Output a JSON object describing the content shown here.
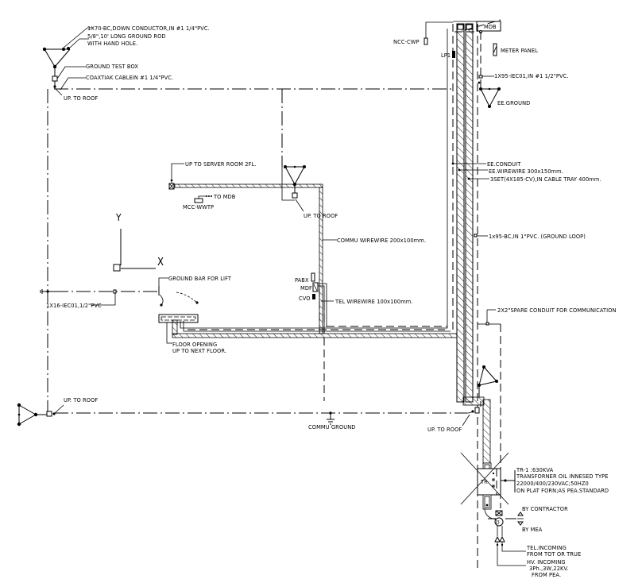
{
  "drawing": {
    "type": "electrical grounding & communication riser diagram",
    "background": "#ffffff",
    "line_color": "#000000"
  },
  "labels": {
    "down_conductor": "1X70-BC,DOWN CONDUCTOR,IN #1 1/4\"PVC.",
    "ground_rod_1": "5/8\",10' LONG GROUND ROD",
    "ground_rod_2": "WITH HAND HOLE.",
    "ground_test_box": "GROUND TEST BOX",
    "coaxial_cable": "COAXTIAK CABLEIN #1 1/4\"PVC.",
    "up_to_roof_tl": "UP. TO ROOF",
    "ncc_cwp": "NCC-CWP",
    "lp1": "LP1",
    "mdb": "MDB",
    "meter_panel": "METER PANEL",
    "iec_1x95": "1X95-IEC01,IN #1 1/2\"PVC.",
    "ee_ground": "EE.GROUND",
    "ee_conduit": "EE.CONDUIT",
    "ee_wireway": "EE.WIREWIRE 300x150mm.",
    "cable_tray": "3SET(4X185-CV),IN CABLE TRAY 400mm.",
    "ground_loop": "1x95-BC,IN 1\"PVC. (GROUND LOOP)",
    "up_to_server": "UP TO SERVER ROOM 2FL.",
    "to_mdb": "TO MDB",
    "mcc_wwtp": "MCC-WWTP",
    "up_to_roof_mid": "UP. TO ROOF",
    "commu_wireway": "COMMU WIREWIRE 200x100mm.",
    "axis_y": "Y",
    "axis_x": "X",
    "ground_bar_lift": "GROUND BAR FOR LIFT",
    "iec_1x16": "1X16-IEC01,1/2\"PVC",
    "pabx": "PABX",
    "mdf": "MDF",
    "cvo": "CVO",
    "tel_wireway": "TEL WIREWIRE 100x100mm.",
    "floor_opening_1": "FLOOR OPENING",
    "floor_opening_2": "UP TO NEXT FLOOR.",
    "spare_conduit": "2X2\"SPARE CONDUIT FOR COMMUNICATION",
    "up_to_roof_bl": "UP. TO ROOF",
    "commu_ground": "COMMU GROUND",
    "up_to_roof_br": "UP. TO ROOF",
    "tr_1": "TR-1 :630KVA",
    "tr_2": "TRANSFORNER OIL INNESED TYPE",
    "tr_3": "22000/400/230VAC;50HZ0",
    "tr_4": "ON PLAT FORN;AS PEA.STANDARD",
    "tr_tag": "TR",
    "by_contractor": "BY CONTRACTOR",
    "by_mea": "BY MEA",
    "tel_in_1": "TEL.INCOMING",
    "tel_in_2": "FROM TOT OR TRUE",
    "hv_in_1": "HV. INCOMING",
    "hv_in_2": "3Ph.,3W,22KV.",
    "hv_in_3": "FROM PEA."
  }
}
